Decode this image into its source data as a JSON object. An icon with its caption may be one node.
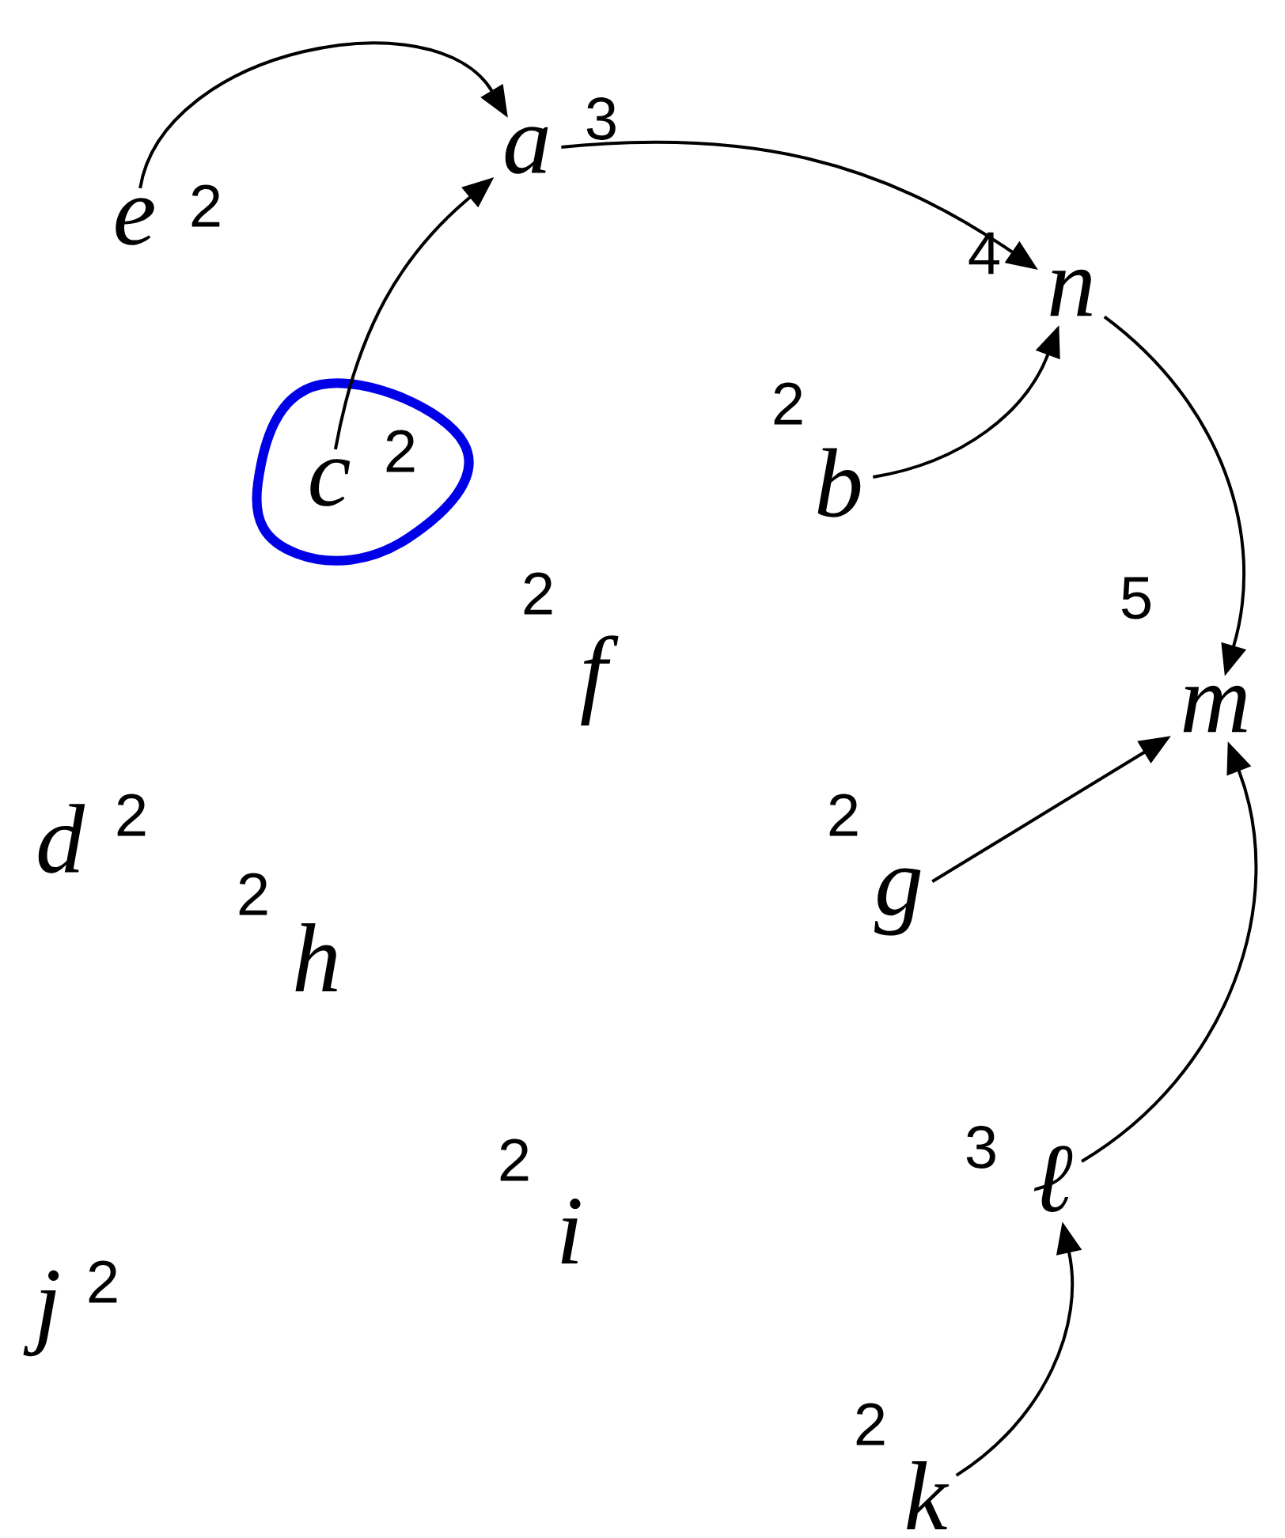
{
  "diagram": {
    "nodes": [
      {
        "text": [
          "e"
        ],
        "beside": [
          "2"
        ]
      },
      {
        "text": [
          "a"
        ],
        "beside": [
          "3"
        ]
      },
      {
        "text": [
          "n"
        ],
        "beside": [
          "4"
        ]
      },
      {
        "text": [
          "c"
        ],
        "beside": [
          "2"
        ]
      },
      {
        "text": [
          "b"
        ],
        "beside": [
          "2"
        ]
      },
      {
        "text": [
          "f"
        ],
        "beside": [
          "2"
        ]
      },
      {
        "text": [
          "m"
        ],
        "beside": [
          "5"
        ]
      },
      {
        "text": [
          "d"
        ],
        "beside": [
          "2"
        ]
      },
      {
        "text": [
          "g"
        ],
        "beside": [
          "2"
        ]
      },
      {
        "text": [
          "h"
        ],
        "beside": [
          "2"
        ]
      },
      {
        "text": [
          "i"
        ],
        "beside": [
          "2"
        ]
      },
      {
        "text": [
          "ℓ"
        ],
        "beside": [
          "3"
        ]
      },
      {
        "text": [
          "j"
        ],
        "beside": [
          "2"
        ]
      },
      {
        "text": [
          "k"
        ],
        "beside": [
          "2"
        ]
      }
    ],
    "edges": [
      {
        "from": 0,
        "to": 1,
        "arrow": "to"
      },
      {
        "from": 3,
        "to": 1,
        "arrow": "to"
      },
      {
        "from": 1,
        "to": 2,
        "arrow": "to"
      },
      {
        "from": 4,
        "to": 2,
        "arrow": "to"
      },
      {
        "from": 2,
        "to": 6,
        "arrow": "to"
      },
      {
        "from": 8,
        "to": 6,
        "arrow": "to"
      },
      {
        "from": 11,
        "to": 6,
        "arrow": "to"
      },
      {
        "from": 13,
        "to": 11,
        "arrow": "to"
      }
    ]
  }
}
